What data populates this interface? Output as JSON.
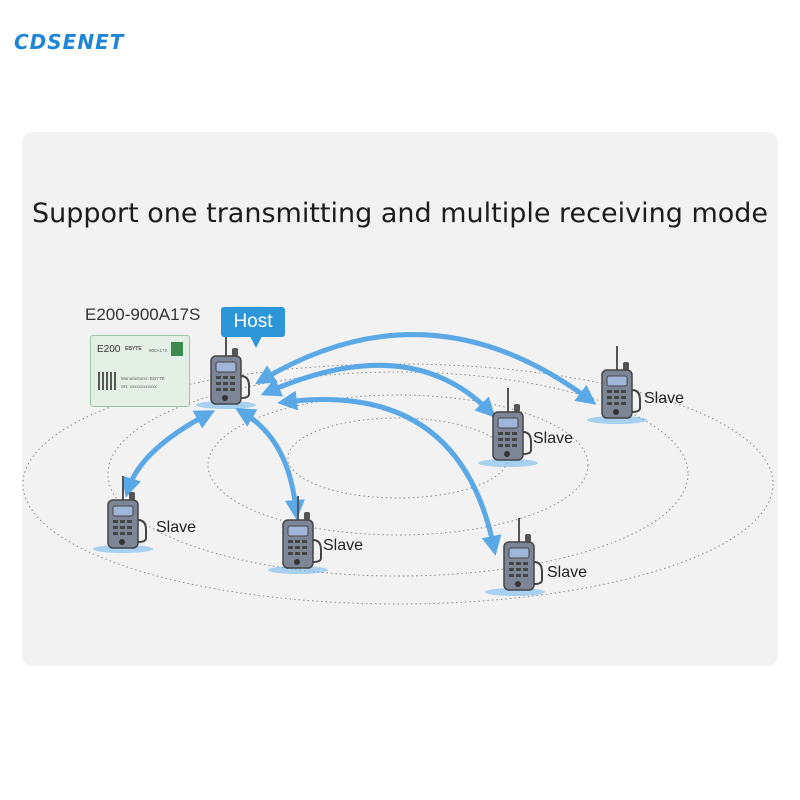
{
  "brand": "CDSENET",
  "title": "Support one transmitting and multiple receiving mode",
  "module": {
    "name": "E200-900A17S",
    "chip_label": "E200",
    "chip_brand": "EBYTE",
    "chip_model": "900A17S",
    "manufacturer": "Manufacturer: EBYTE",
    "sn": "SN: xxxxxxxxxxxx"
  },
  "host_label": "Host",
  "slave_label": "Slave",
  "colors": {
    "brand": "#1f86d6",
    "accent": "#2d96d8",
    "arrow": "#5aa9e6",
    "radio": "#7a8494"
  }
}
